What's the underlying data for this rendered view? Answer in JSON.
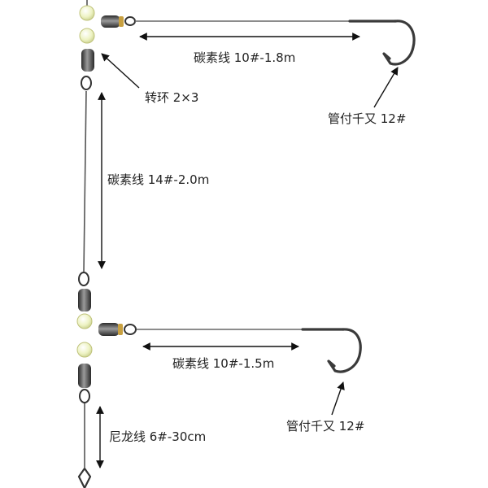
{
  "labels": {
    "upper_branch_line": "碳素线 10#-1.8m",
    "swivel": "转环 2×3",
    "upper_hook": "管付千又 12#",
    "main_line": "碳素线 14#-2.0m",
    "lower_branch_line": "碳素线 10#-1.5m",
    "lower_hook": "管付千又 12#",
    "leader_line": "尼龙线 6#-30cm"
  },
  "icons": [
    "rolling-swivel-icon",
    "luminous-bead-icon",
    "fish-hook-icon",
    "snap-clip-icon",
    "dimension-arrow-icon"
  ],
  "colors": {
    "line": "#555555",
    "text": "#222222",
    "bead": "#eef3c4",
    "metal_dark": "#2a2a2a",
    "metal_light": "#8a8a8a",
    "gold": "#c8a040"
  }
}
